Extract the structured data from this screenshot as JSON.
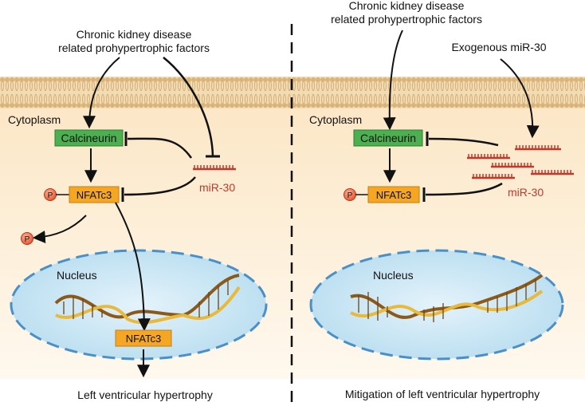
{
  "left": {
    "factors_line1": "Chronic kidney disease",
    "factors_line2": "related prohypertrophic factors",
    "cytoplasm": "Cytoplasm",
    "calcineurin": "Calcineurin",
    "nfatc3": "NFATc3",
    "phospho": "P",
    "phospho_free": "P",
    "mir30": "miR-30",
    "nucleus": "Nucleus",
    "nfatc3_nuclear": "NFATc3",
    "outcome": "Left ventricular hypertrophy"
  },
  "right": {
    "factors_line1": "Chronic kidney disease",
    "factors_line2": "related prohypertrophic factors",
    "exogenous": "Exogenous miR-30",
    "cytoplasm": "Cytoplasm",
    "calcineurin": "Calcineurin",
    "nfatc3": "NFATc3",
    "phospho": "P",
    "mir30": "miR-30",
    "nucleus": "Nucleus",
    "outcome": "Mitigation of left ventricular hypertrophy"
  },
  "colors": {
    "calcineurin_fill": "#4caf50",
    "nfatc3_fill": "#f5a623",
    "mir30": "#c0392b",
    "nucleus_fill": "#c9e6f5",
    "nucleus_border": "#4a90c8",
    "membrane": "#e3c08a",
    "cytoplasm_bg": "#fdf1de"
  }
}
